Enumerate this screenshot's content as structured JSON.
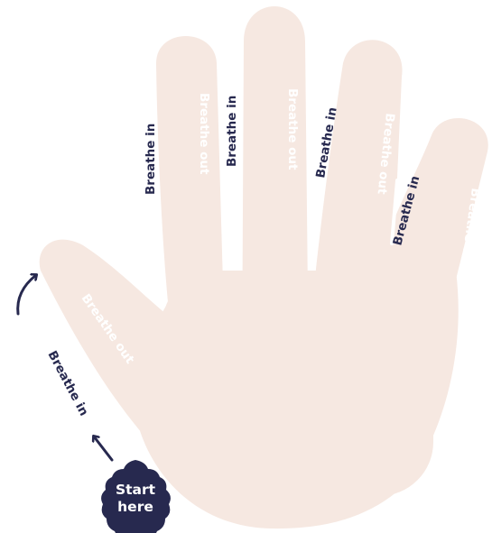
{
  "colors": {
    "hand": "#f6e8e1",
    "ink": "#27294f",
    "out_text": "#ffffff"
  },
  "labels": {
    "in_thumb": "Breathe in",
    "out_thumb": "Breathe out",
    "in_index": "Breathe in",
    "out_index": "Breathe out",
    "in_middle": "Breathe in",
    "out_middle": "Breathe out",
    "in_ring": "Breathe in",
    "out_ring": "Breathe out",
    "in_pinky": "Breathe in",
    "out_pinky": "Breathe out"
  },
  "start_badge": {
    "line1": "Start",
    "line2": "here"
  }
}
